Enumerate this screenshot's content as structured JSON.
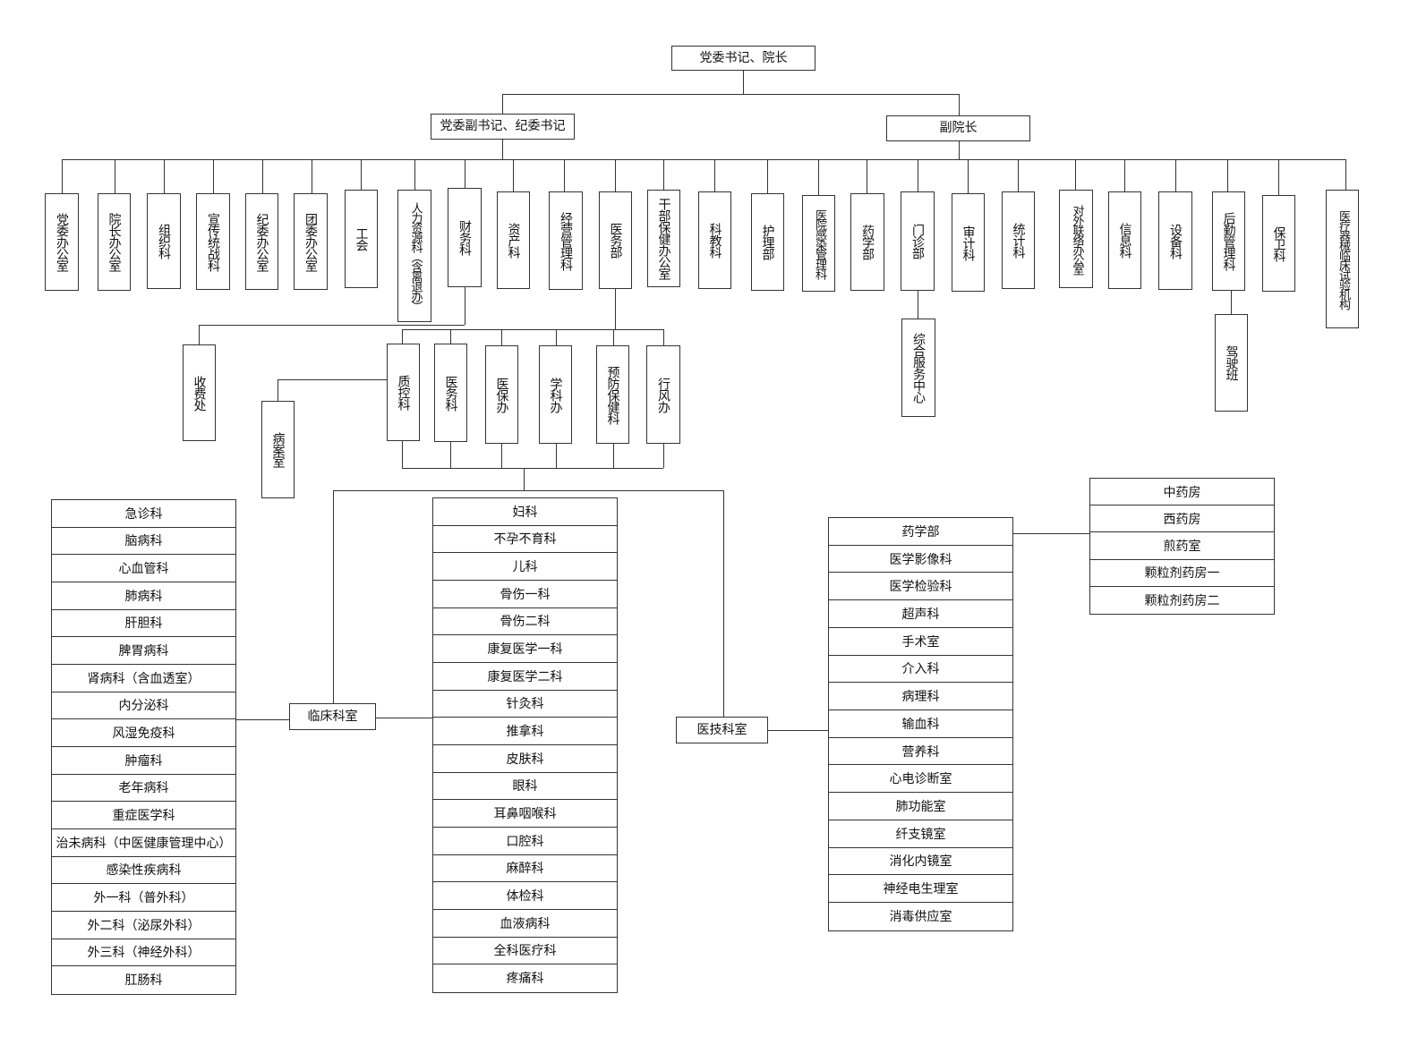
{
  "nodes": {
    "root": "党委书记、院长",
    "deputy_secretary": "党委副书记、纪委书记",
    "vice_president": "副院长",
    "depts": [
      "党委办公室",
      "院长办公室",
      "组织科",
      "宣传统战科",
      "纪委办公室",
      "团委办公室",
      "工会",
      "人力资源科（含离退办）",
      "财务科",
      "资产科",
      "经营管理科",
      "医务部",
      "干部保健办公室",
      "科教科",
      "护理部",
      "医院感染管理科",
      "药学部",
      "门诊部",
      "审计科",
      "统计科",
      "对外联络办公室",
      "信息科",
      "设备科",
      "后勤管理科",
      "保卫科",
      "医疗器械临床试验机构"
    ],
    "finance_sub": "收费处",
    "medical_subs": [
      "质控科",
      "医务科",
      "医保办",
      "学科办",
      "预防保健科",
      "行风办"
    ],
    "records_room": "病案室",
    "outpatient_sub": "综合服务中心",
    "logistics_sub": "驾驶班",
    "clinical_dept": "临床科室",
    "medtech_dept": "医技科室"
  },
  "lists": {
    "clinical_left": [
      "急诊科",
      "脑病科",
      "心血管科",
      "肺病科",
      "肝胆科",
      "脾胃病科",
      "肾病科（含血透室）",
      "内分泌科",
      "风湿免疫科",
      "肿瘤科",
      "老年病科",
      "重症医学科",
      "治未病科（中医健康管理中心）",
      "感染性疾病科",
      "外一科（普外科）",
      "外二科（泌尿外科）",
      "外三科（神经外科）",
      "肛肠科"
    ],
    "clinical_right": [
      "妇科",
      "不孕不育科",
      "儿科",
      "骨伤一科",
      "骨伤二科",
      "康复医学一科",
      "康复医学二科",
      "针灸科",
      "推拿科",
      "皮肤科",
      "眼科",
      "耳鼻咽喉科",
      "口腔科",
      "麻醉科",
      "体检科",
      "血液病科",
      "全科医疗科",
      "疼痛科"
    ],
    "medtech": [
      "药学部",
      "医学影像科",
      "医学检验科",
      "超声科",
      "手术室",
      "介入科",
      "病理科",
      "输血科",
      "营养科",
      "心电诊断室",
      "肺功能室",
      "纤支镜室",
      "消化内镜室",
      "神经电生理室",
      "消毒供应室"
    ],
    "pharmacy": [
      "中药房",
      "西药房",
      "煎药室",
      "颗粒剂药房一",
      "颗粒剂药房二"
    ]
  }
}
